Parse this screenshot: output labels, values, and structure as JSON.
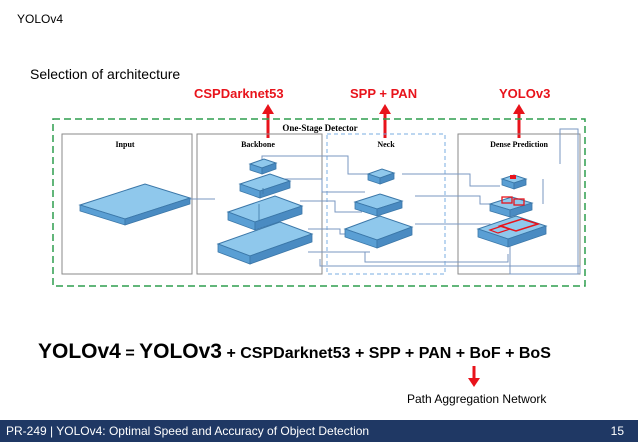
{
  "header": {
    "title": "YOLOv4"
  },
  "subtitle": "Selection of architecture",
  "labels": {
    "backbone_choice": "CSPDarknet53",
    "neck_choice": "SPP + PAN",
    "head_choice": "YOLOv3"
  },
  "diagram": {
    "detector_title": "One-Stage Detector",
    "sections": {
      "input": "Input",
      "backbone": "Backbone",
      "neck": "Neck",
      "dense_prediction": "Dense Prediction"
    }
  },
  "formula": {
    "lhs": "YOLOv4",
    "equals": "=",
    "head": "YOLOv3",
    "rest": "+ CSPDarknet53 + SPP + PAN + BoF + BoS"
  },
  "pan_note": "Path Aggregation Network",
  "footer": {
    "text": "PR-249 | YOLOv4: Optimal Speed and Accuracy of Object Detection",
    "page": "15"
  },
  "colors": {
    "accent_red": "#e8131b",
    "footer_bg": "#1f3864",
    "dashed_green": "#2e9e4f",
    "layer_blue": "#8fc8ec"
  }
}
